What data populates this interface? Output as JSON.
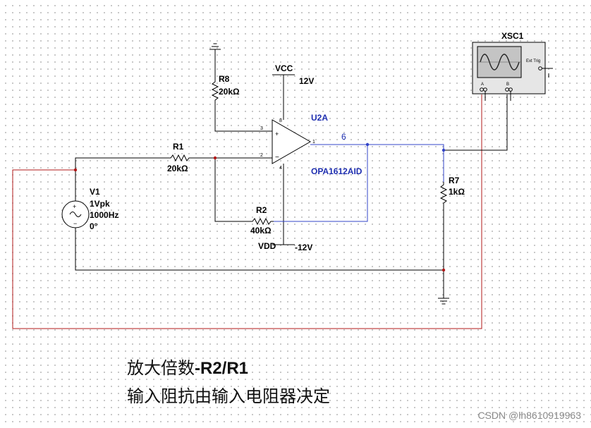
{
  "components": {
    "v1": {
      "ref": "V1",
      "amplitude": "1Vpk",
      "frequency": "1000Hz",
      "phase": "0°"
    },
    "r1": {
      "ref": "R1",
      "value": "20kΩ"
    },
    "r2": {
      "ref": "R2",
      "value": "40kΩ"
    },
    "r7": {
      "ref": "R7",
      "value": "1kΩ"
    },
    "r8": {
      "ref": "R8",
      "value": "20kΩ"
    },
    "opamp": {
      "ref": "U2A",
      "part": "OPA1612AID",
      "pin_plus": "3",
      "pin_minus": "2",
      "pin_out": "1",
      "pin_vcc": "8",
      "pin_vdd": "4"
    },
    "vcc": {
      "name": "VCC",
      "value": "12V"
    },
    "vdd": {
      "name": "VDD",
      "value": "-12V"
    },
    "scope": {
      "ref": "XSC1",
      "ext_trig": "Ext Trig",
      "ch_a": "A",
      "ch_b": "B"
    },
    "net_output": "6"
  },
  "notes": {
    "line1_prefix": "放大倍数",
    "line1_formula": "-R2/R1",
    "line2": "输入阻抗由输入电阻器决定"
  },
  "watermark": "CSDN @lh8610919963",
  "colors": {
    "wire": "#000000",
    "output_net": "#3344c8",
    "scope_lead": "#b01818",
    "label_blue": "#1f2fb0"
  }
}
